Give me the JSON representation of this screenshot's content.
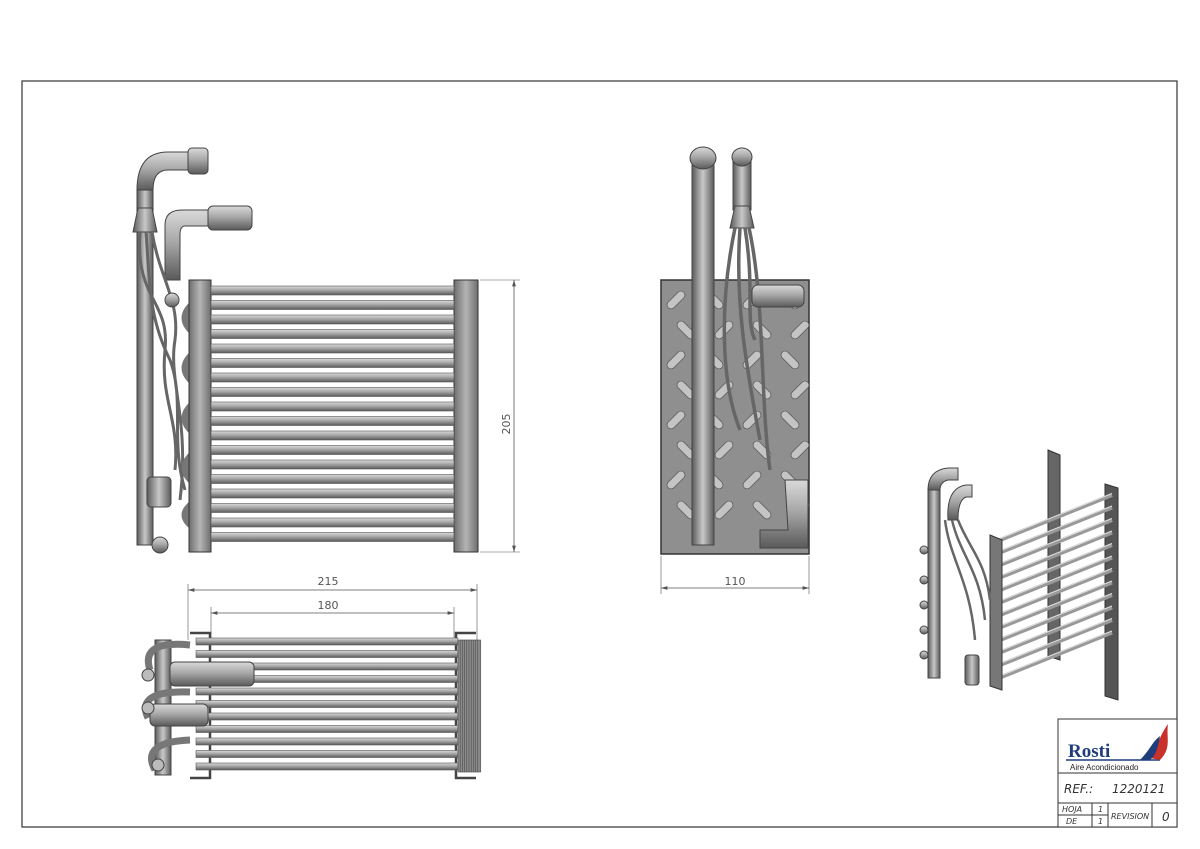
{
  "drawing": {
    "dimensions": {
      "front_height": "205",
      "top_width_overall": "215",
      "top_width_core": "180",
      "side_width": "110"
    }
  },
  "title_block": {
    "logo_text": "Rosti",
    "logo_subtitle": "Aire Acondicionado",
    "ref_label": "REF.:",
    "ref_value": "1220121",
    "hoja_label": "HOJA",
    "hoja_value": "1",
    "de_label": "DE",
    "de_value": "1",
    "revision_label": "REVISION",
    "revision_value": "0"
  },
  "colors": {
    "tube": "#8c8c8c",
    "tube_dark": "#555555",
    "plate": "#9a9a9a",
    "border": "#333333",
    "logo_blue": "#1f3d7a",
    "logo_red": "#c8322b"
  }
}
